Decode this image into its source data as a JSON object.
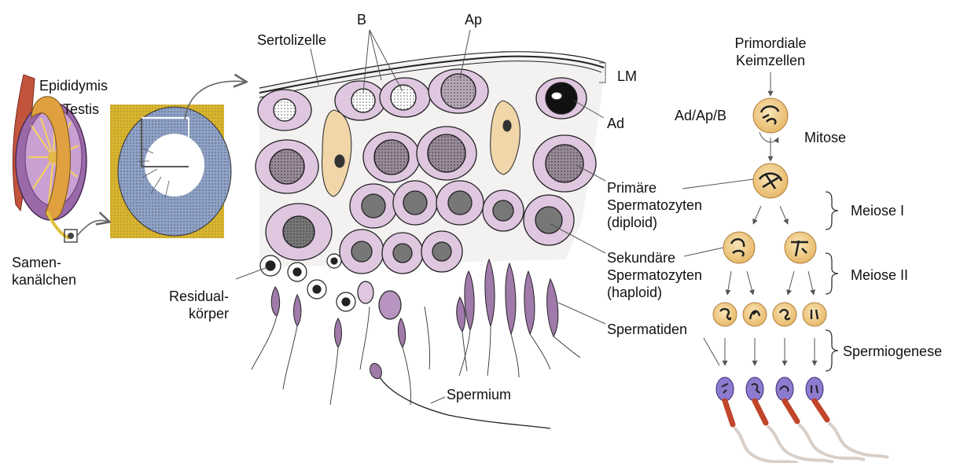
{
  "left_panel": {
    "epididymis": "Epididymis",
    "testis": "Testis",
    "seminiferous_tubule": [
      "Samen-",
      "kanälchen"
    ]
  },
  "section": {
    "sertoli_cell": "Sertolizelle",
    "b": "B",
    "ap": "Ap",
    "lm": "LM",
    "ad": "Ad",
    "primary_spermatocytes": [
      "Primäre",
      "Spermatozyten",
      "(diploid)"
    ],
    "secondary_spermatocytes": [
      "Sekundäre",
      "Spermatozyten",
      "(haploid)"
    ],
    "spermatids": "Spermatiden",
    "residual_body": [
      "Residual-",
      "körper"
    ],
    "spermium": "Spermium"
  },
  "scheme": {
    "primordial": [
      "Primordiale",
      "Keimzellen"
    ],
    "ad_ap_b": "Ad/Ap/B",
    "mitosis": "Mitose",
    "meiosis1": "Meiose I",
    "meiosis2": "Meiose II",
    "spermiogenesis": "Spermiogenese"
  },
  "colors": {
    "cell_fill": "#dfc7e0",
    "cell_outline": "#222222",
    "sertoli_fill": "#f0d6a8",
    "scheme_cell": "#f2cd8a",
    "sperm_head": "#8d7bd0",
    "sperm_mid": "#c0452a",
    "tubule_yellow": "#d9b52e",
    "testis_purple": "#9a6aa8",
    "duct_red": "#c2543e"
  }
}
